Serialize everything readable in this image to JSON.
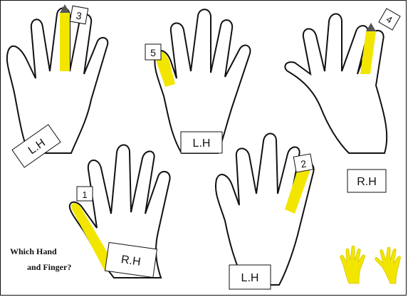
{
  "title": {
    "line1": "Which Hand",
    "line2": "and Finger?"
  },
  "hands": [
    {
      "name": "hand-top-left",
      "hand_label": "L.H",
      "finger_number": "3",
      "side": "left"
    },
    {
      "name": "hand-top-middle",
      "hand_label": "L.H",
      "finger_number": "5",
      "side": "left"
    },
    {
      "name": "hand-top-right",
      "hand_label": "R.H",
      "finger_number": "4",
      "side": "right"
    },
    {
      "name": "hand-bottom-left",
      "hand_label": "R.H",
      "finger_number": "1",
      "side": "right"
    },
    {
      "name": "hand-bottom-middle",
      "hand_label": "L.H",
      "finger_number": "2",
      "side": "left"
    }
  ],
  "colors": {
    "highlight": "#f2e600",
    "outline": "#111111",
    "pencil_tip": "#555555"
  },
  "decor": {
    "icon": "two-yellow-hands-icon"
  }
}
